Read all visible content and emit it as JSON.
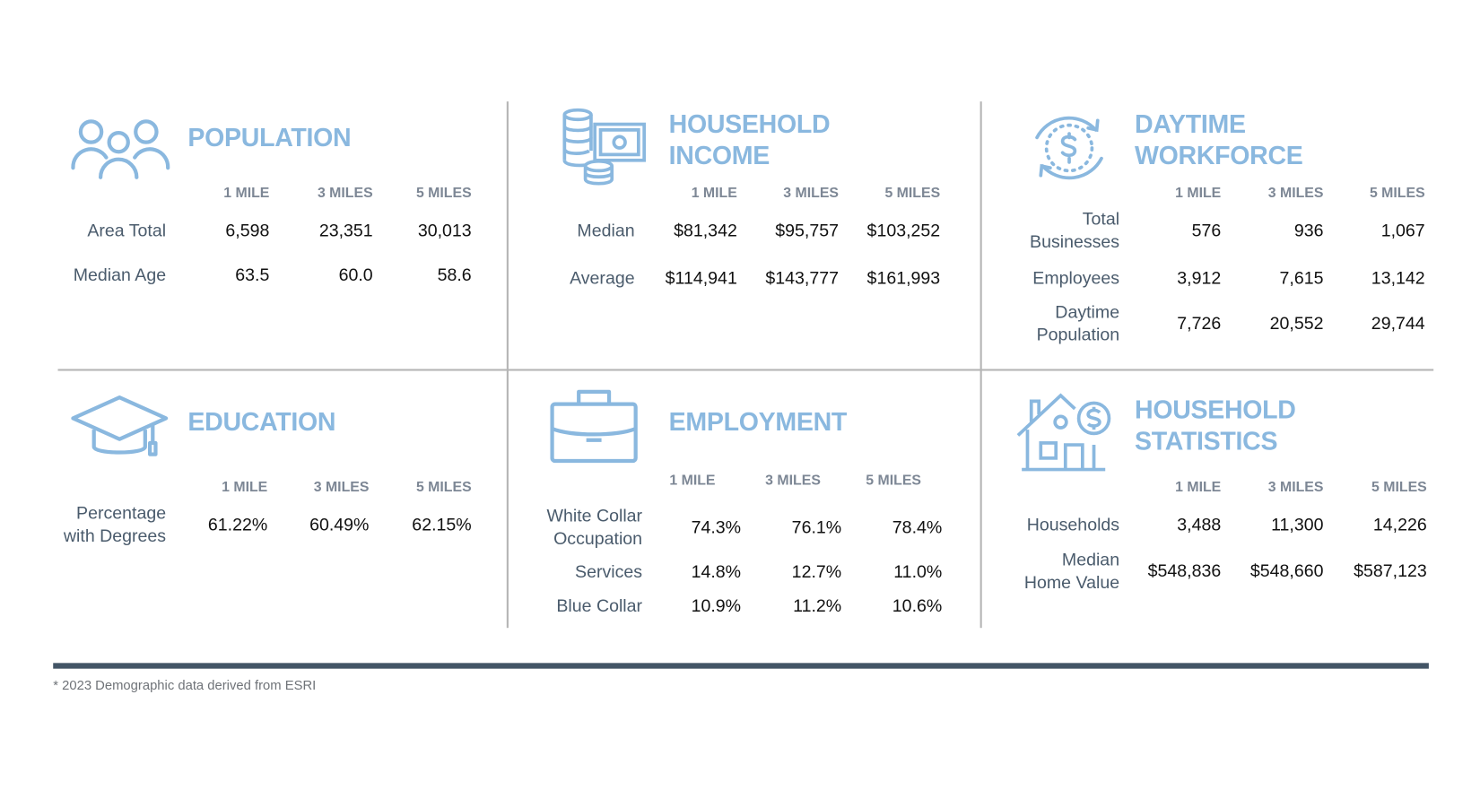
{
  "colors": {
    "accent": "#8ab8df",
    "label": "#4a5b6c",
    "header": "#7d8795",
    "bar": "#435566"
  },
  "sections": [
    {
      "id": "population",
      "icon": "people-icon",
      "title": [
        "POPULATION"
      ],
      "columns": [
        "1 MILE",
        "3 MILES",
        "5 MILES"
      ],
      "rows": [
        {
          "label": [
            "Area Total"
          ],
          "values": [
            "6,598",
            "23,351",
            "30,013"
          ]
        },
        {
          "label": [
            "Median Age"
          ],
          "values": [
            "63.5",
            "60.0",
            "58.6"
          ]
        }
      ]
    },
    {
      "id": "household-income",
      "icon": "coins-cash-icon",
      "title": [
        "HOUSEHOLD",
        "INCOME"
      ],
      "columns": [
        "1 MILE",
        "3 MILES",
        "5 MILES"
      ],
      "rows": [
        {
          "label": [
            "Median"
          ],
          "values": [
            "$81,342",
            "$95,757",
            "$103,252"
          ]
        },
        {
          "label": [
            "Average"
          ],
          "values": [
            "$114,941",
            "$143,777",
            "$161,993"
          ]
        }
      ]
    },
    {
      "id": "daytime-workforce",
      "icon": "dollar-cycle-icon",
      "title": [
        "DAYTIME",
        "WORKFORCE"
      ],
      "columns": [
        "1 MILE",
        "3 MILES",
        "5 MILES"
      ],
      "rows": [
        {
          "label": [
            "Total",
            "Businesses"
          ],
          "values": [
            "576",
            "936",
            "1,067"
          ]
        },
        {
          "label": [
            "Employees"
          ],
          "values": [
            "3,912",
            "7,615",
            "13,142"
          ]
        },
        {
          "label": [
            "Daytime",
            "Population"
          ],
          "values": [
            "7,726",
            "20,552",
            "29,744"
          ]
        }
      ]
    },
    {
      "id": "education",
      "icon": "graduation-cap-icon",
      "title": [
        "EDUCATION"
      ],
      "columns": [
        "1 MILE",
        "3 MILES",
        "5 MILES"
      ],
      "rows": [
        {
          "label": [
            "Percentage",
            "with Degrees"
          ],
          "values": [
            "61.22%",
            "60.49%",
            "62.15%"
          ]
        }
      ]
    },
    {
      "id": "employment",
      "icon": "briefcase-icon",
      "title": [
        "EMPLOYMENT"
      ],
      "columns": [
        "1 MILE",
        "3 MILES",
        "5 MILES"
      ],
      "rows": [
        {
          "label": [
            "White Collar",
            "Occupation"
          ],
          "values": [
            "74.3%",
            "76.1%",
            "78.4%"
          ]
        },
        {
          "label": [
            "Services"
          ],
          "values": [
            "14.8%",
            "12.7%",
            "11.0%"
          ]
        },
        {
          "label": [
            "Blue Collar"
          ],
          "values": [
            "10.9%",
            "11.2%",
            "10.6%"
          ]
        }
      ]
    },
    {
      "id": "household-statistics",
      "icon": "house-dollar-icon",
      "title": [
        "HOUSEHOLD",
        "STATISTICS"
      ],
      "columns": [
        "1 MILE",
        "3 MILES",
        "5 MILES"
      ],
      "rows": [
        {
          "label": [
            "Households"
          ],
          "values": [
            "3,488",
            "11,300",
            "14,226"
          ]
        },
        {
          "label": [
            "Median",
            "Home Value"
          ],
          "values": [
            "$548,836",
            "$548,660",
            "$587,123"
          ]
        }
      ]
    }
  ],
  "footnote": "* 2023 Demographic data derived from ESRI"
}
